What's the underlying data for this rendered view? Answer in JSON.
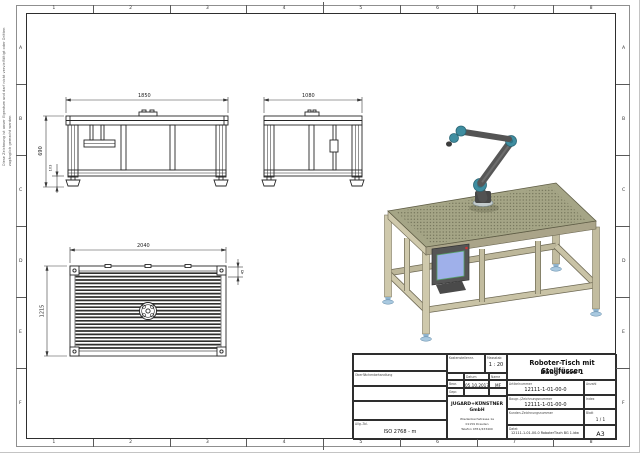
{
  "sheet": {
    "disclaimer_line1": "Diese Zeichnung ist unser Eigentum und darf nicht",
    "disclaimer_line2": "vervielfältigt oder Dritten zugänglich gemacht werden",
    "zones": {
      "columns": [
        "1",
        "2",
        "3",
        "4",
        "5",
        "6",
        "7",
        "8"
      ],
      "rows": [
        "A",
        "B",
        "C",
        "D",
        "E",
        "F"
      ]
    }
  },
  "views": {
    "front": {
      "dim_width": "1850",
      "dim_height": "690",
      "dim_foot": "103"
    },
    "side": {
      "dim_width": "1080"
    },
    "top": {
      "dim_width": "2040",
      "dim_depth": "1215",
      "dim_detail": "45"
    }
  },
  "title_block": {
    "kostenstelle_label": "Kostenstellennr.",
    "massstab_label": "Massstab",
    "massstab_value": "1 : 20",
    "datum_label": "Datum",
    "name_label": "Name",
    "bear_label": "Bear.",
    "bear_datum": "05.10.2017",
    "bear_name": "MF",
    "gepr_label": "Gepr.",
    "oberflaeche_label": "Oberflächenbehandlung",
    "allgtol_label": "Allg.-Tol.",
    "allgtol_value": "ISO 2768 - m",
    "company_name1": "JUGARD+KÜNSTNER",
    "company_name2": "GmbH",
    "company_addr1": "Wiedenbachstrasse 1a",
    "company_addr2": "01159 Dresden",
    "company_addr3": "Telefon 0351/433400",
    "title_line1": "Roboter-Tisch mit Stellfüssen",
    "title_line2": "Baugrösse 1",
    "artikel_label": "Artikelnummer",
    "artikel_value": "12111-1-01-00-0",
    "anzahl_label": "Anzahl",
    "zeichnung_label": "Baugr.-/Zeichnungsnummer",
    "zeichnung_value": "12111-1-01-00-0",
    "index_label": "Index",
    "kunden_label": "Kunden-Zeichnungsnummer",
    "blatt_label": "Blatt",
    "blatt_value": "1 / 1",
    "datei_label": "Datei:",
    "datei_value": "12111-1-01-00-0 RoboterTisch BG 1.idw",
    "format_value": "A3"
  },
  "colors": {
    "frame_beige": "#c9c3a6",
    "frame_beige_dark": "#6e6954",
    "tabletop": "#a5a586",
    "robot_link": "#555555",
    "robot_joint": "#3f8da0",
    "foot_blue": "#a9c9e0",
    "pendant_screen": "#9fb0ea"
  }
}
